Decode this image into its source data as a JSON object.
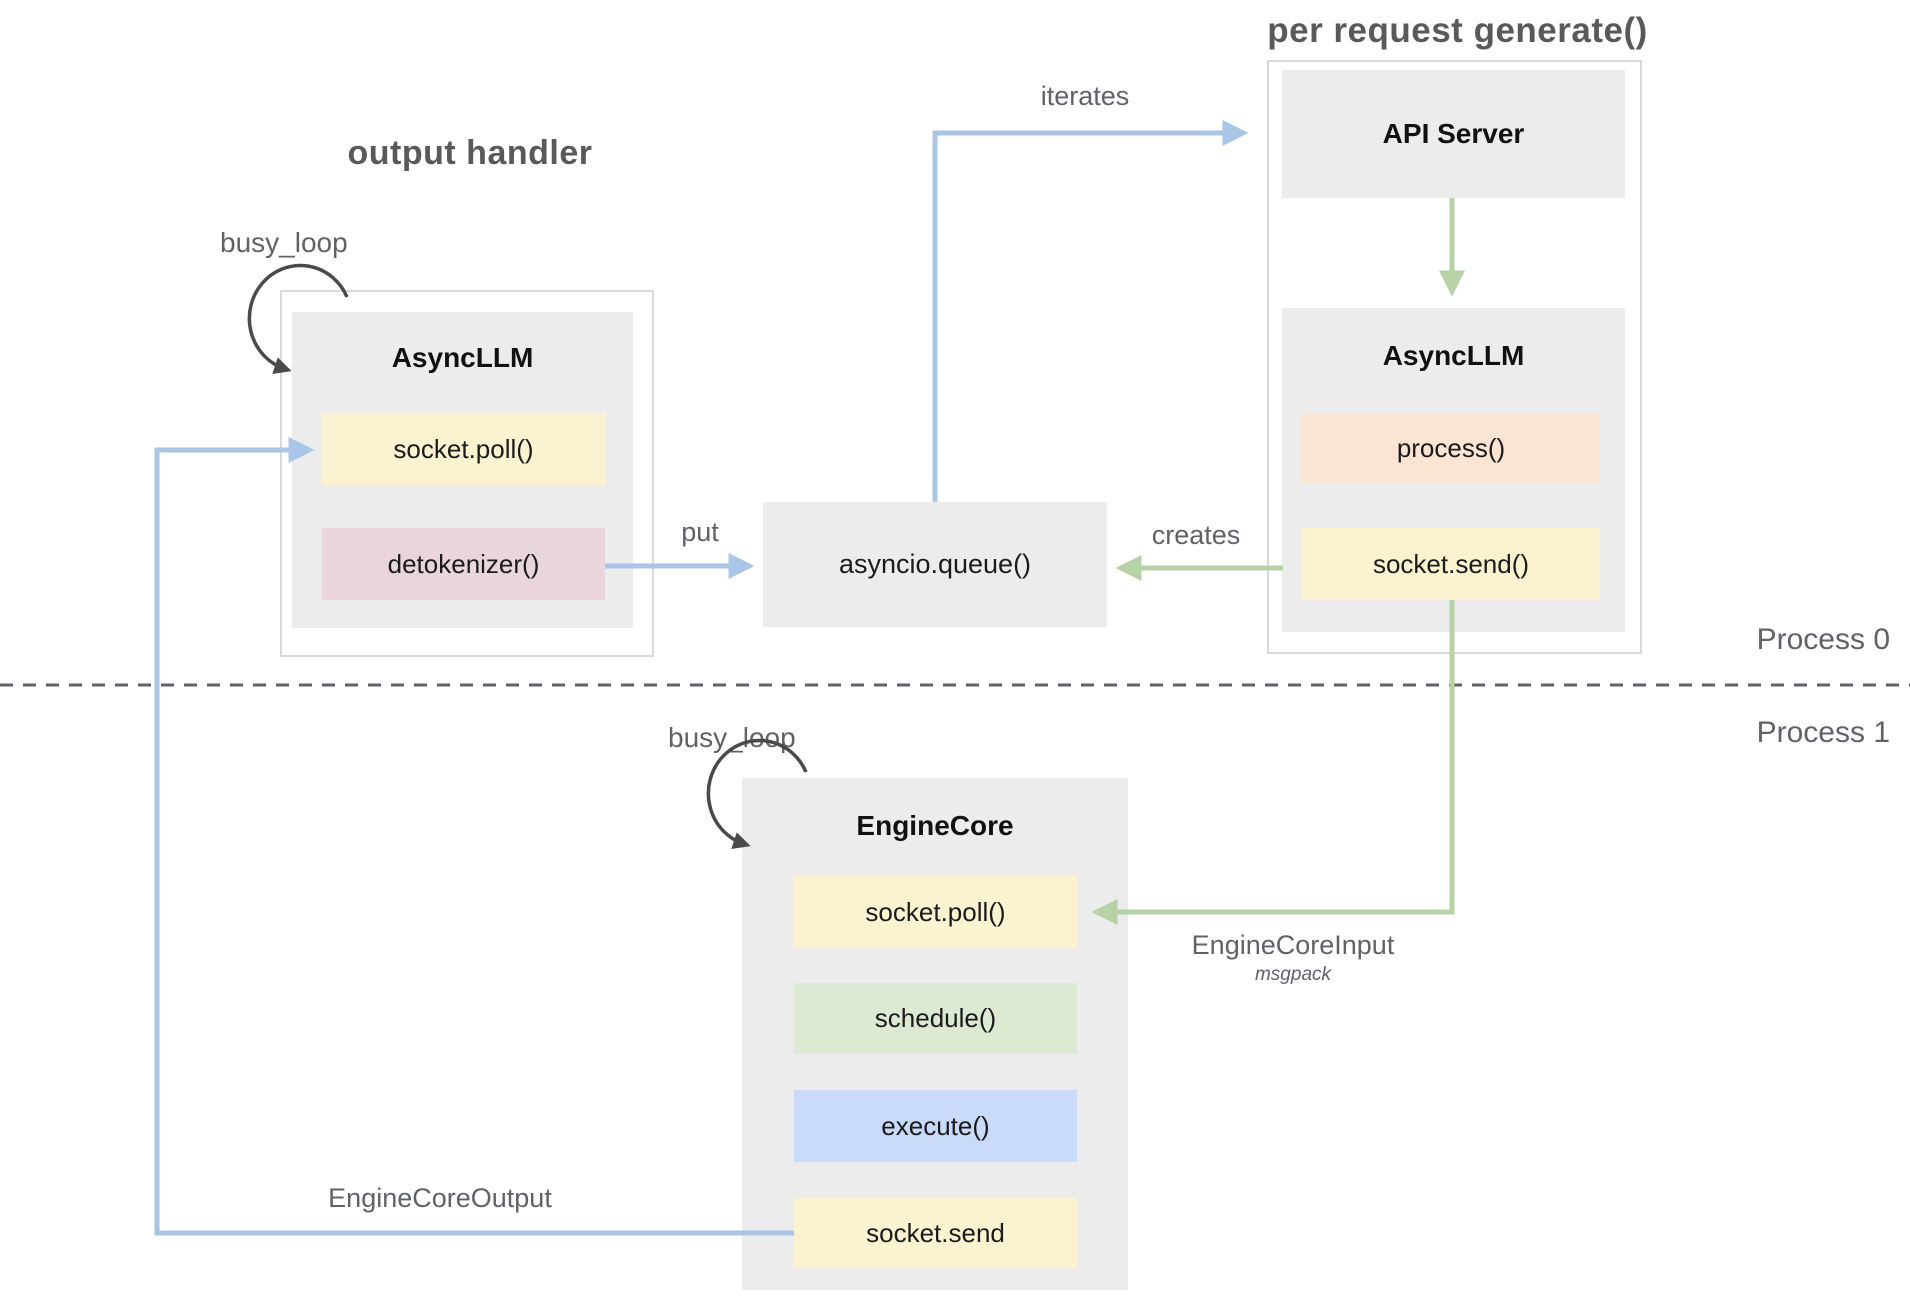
{
  "titles": {
    "output_handler": "output handler",
    "per_request_generate": "per request generate()"
  },
  "labels": {
    "busy_loop_top": "busy_loop",
    "busy_loop_bottom": "busy_loop",
    "iterates": "iterates",
    "put": "put",
    "creates": "creates",
    "engine_core_input": "EngineCoreInput",
    "engine_core_input_sub": "msgpack",
    "engine_core_output": "EngineCoreOutput",
    "process_0": "Process 0",
    "process_1": "Process 1"
  },
  "nodes": {
    "async_llm_left": {
      "title": "AsyncLLM",
      "methods": [
        {
          "label": "socket.poll()",
          "color": "#fbf2cf"
        },
        {
          "label": "detokenizer()",
          "color": "#e9d5de"
        }
      ]
    },
    "api_server": {
      "title": "API Server"
    },
    "async_llm_right": {
      "title": "AsyncLLM",
      "methods": [
        {
          "label": "process()",
          "color": "#fae5d3"
        },
        {
          "label": "socket.send()",
          "color": "#fbf2cf"
        }
      ]
    },
    "asyncio_queue": {
      "title": "asyncio.queue()"
    },
    "engine_core": {
      "title": "EngineCore",
      "methods": [
        {
          "label": "socket.poll()",
          "color": "#fbf2cf"
        },
        {
          "label": "schedule()",
          "color": "#dcead3"
        },
        {
          "label": "execute()",
          "color": "#c9dbf8"
        },
        {
          "label": "socket.send",
          "color": "#fbf2cf"
        }
      ]
    }
  },
  "edges": [
    {
      "label": "iterates",
      "from": "asyncio_queue",
      "to": "api_server",
      "color": "#a9c6e8"
    },
    {
      "label": "put",
      "from": "async_llm_left.detokenizer",
      "to": "asyncio_queue",
      "color": "#a9c6e8"
    },
    {
      "label": "creates",
      "from": "async_llm_right.socket.send",
      "to": "asyncio_queue",
      "color": "#b5d3a5"
    },
    {
      "label": "",
      "from": "api_server",
      "to": "async_llm_right",
      "color": "#b5d3a5"
    },
    {
      "label": "EngineCoreInput msgpack",
      "from": "async_llm_right.socket.send",
      "to": "engine_core.socket.poll",
      "color": "#b5d3a5"
    },
    {
      "label": "EngineCoreOutput",
      "from": "engine_core.socket.send",
      "to": "async_llm_left.socket.poll",
      "color": "#a9c6e8"
    },
    {
      "label": "busy_loop",
      "from": "async_llm_left",
      "to": "async_llm_left",
      "color": "#4a4a4a"
    },
    {
      "label": "busy_loop",
      "from": "engine_core",
      "to": "engine_core",
      "color": "#4a4a4a"
    }
  ],
  "colors": {
    "arrow_blue": "#a9c6e8",
    "arrow_green": "#b5d3a5",
    "loop_dark": "#4a4a4a",
    "node_gray": "#ececec",
    "container_border": "#d9d9d9",
    "label_gray": "#5f6368",
    "title_gray": "#595959",
    "dashed_line": "#5f6368"
  }
}
